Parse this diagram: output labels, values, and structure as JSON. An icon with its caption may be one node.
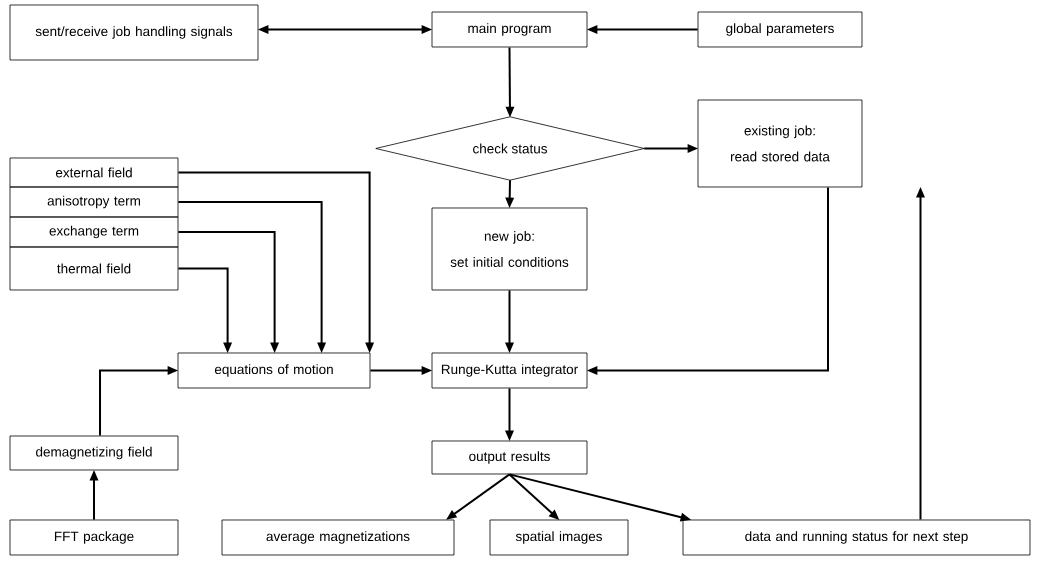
{
  "diagram": {
    "nodes": [
      {
        "text": [
          "sent/receive job handling signals"
        ]
      },
      {
        "text": [
          "main program"
        ]
      },
      {
        "text": [
          "global parameters"
        ]
      },
      {
        "text": [
          "check status"
        ]
      },
      {
        "text": [
          "existing job:",
          "read stored data"
        ]
      },
      {
        "text": [
          "external field"
        ]
      },
      {
        "text": [
          "anisotropy term"
        ]
      },
      {
        "text": [
          "exchange term"
        ]
      },
      {
        "text": [
          "thermal field"
        ]
      },
      {
        "text": [
          "new job:",
          "set initial conditions"
        ]
      },
      {
        "text": [
          "equations of motion"
        ]
      },
      {
        "text": [
          "Runge-Kutta integrator"
        ]
      },
      {
        "text": [
          "demagnetizing field"
        ]
      },
      {
        "text": [
          "output results"
        ]
      },
      {
        "text": [
          "FFT package"
        ]
      },
      {
        "text": [
          "average magnetizations"
        ]
      },
      {
        "text": [
          "spatial images"
        ]
      },
      {
        "text": [
          "data and running status for next step"
        ]
      }
    ],
    "edges": [
      {
        "from": 0,
        "to": 1,
        "arrow": "both"
      },
      {
        "from": 2,
        "to": 1,
        "arrow": "to"
      },
      {
        "from": 1,
        "to": 3,
        "arrow": "to"
      },
      {
        "from": 3,
        "to": 4,
        "arrow": "to"
      },
      {
        "from": 3,
        "to": 9,
        "arrow": "to"
      },
      {
        "from": 5,
        "to": 10,
        "arrow": "to"
      },
      {
        "from": 6,
        "to": 10,
        "arrow": "to"
      },
      {
        "from": 7,
        "to": 10,
        "arrow": "to"
      },
      {
        "from": 8,
        "to": 10,
        "arrow": "to"
      },
      {
        "from": 9,
        "to": 11,
        "arrow": "to"
      },
      {
        "from": 10,
        "to": 11,
        "arrow": "to"
      },
      {
        "from": 4,
        "to": 11,
        "arrow": "to"
      },
      {
        "from": 12,
        "to": 10,
        "arrow": "to"
      },
      {
        "from": 14,
        "to": 12,
        "arrow": "to"
      },
      {
        "from": 11,
        "to": 13,
        "arrow": "to"
      },
      {
        "from": 13,
        "to": 15,
        "arrow": "to"
      },
      {
        "from": 13,
        "to": 16,
        "arrow": "to"
      },
      {
        "from": 13,
        "to": 17,
        "arrow": "to"
      },
      {
        "from": 17,
        "to": 4,
        "arrow": "to"
      }
    ]
  }
}
